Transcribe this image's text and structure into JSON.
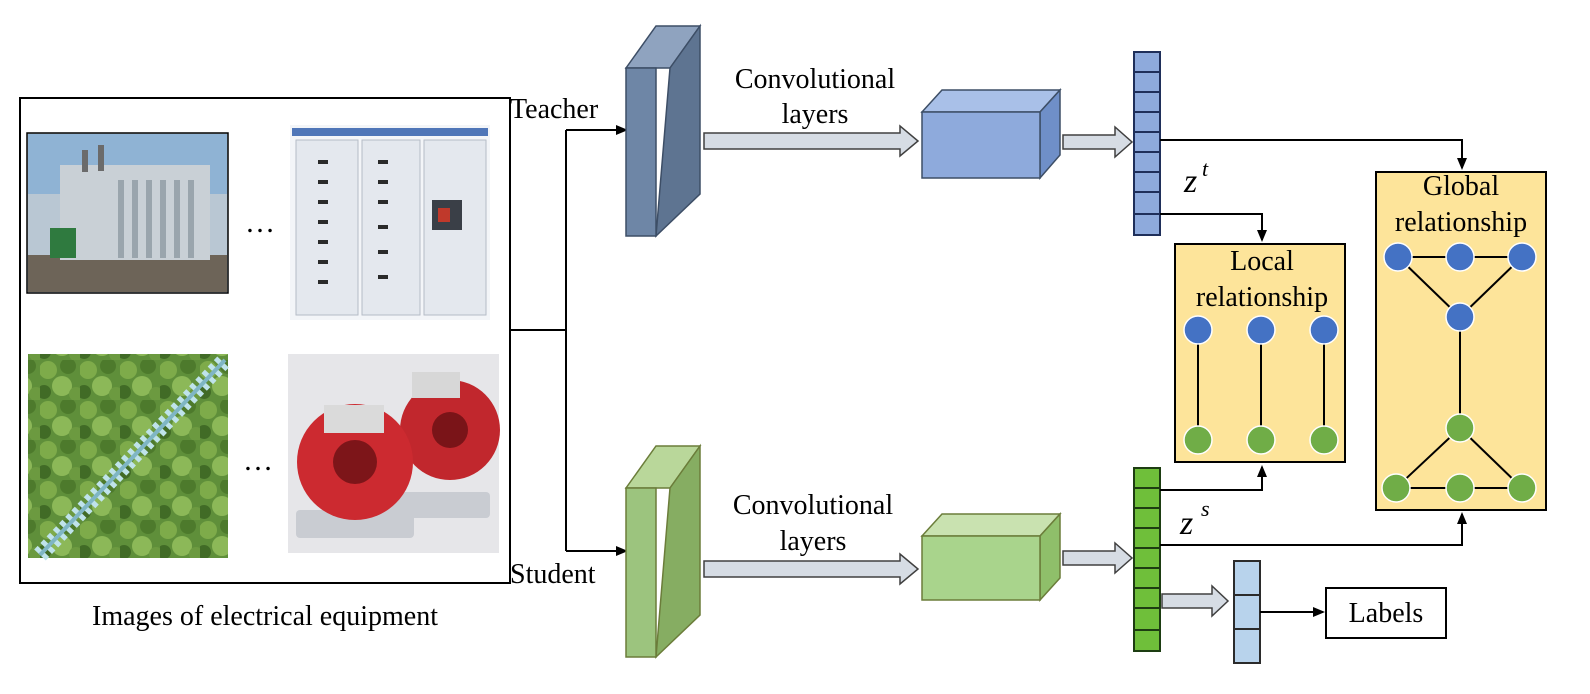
{
  "input_panel": {
    "caption": "Images of electrical equipment",
    "ellipsis_top": "…",
    "ellipsis_bottom": "…",
    "images": [
      "transformer-photo",
      "switchgear-cabinet-photo",
      "insulator-string-photo",
      "current-transformer-photo"
    ]
  },
  "teacher": {
    "label": "Teacher",
    "conv_label_line1": "Convolutional",
    "conv_label_line2": "layers",
    "feature_symbol": "z",
    "feature_superscript": "t",
    "color": "#6e86a6"
  },
  "student": {
    "label": "Student",
    "conv_label_line1": "Convolutional",
    "conv_label_line2": "layers",
    "feature_symbol": "z",
    "feature_superscript": "s",
    "color": "#9cc47e"
  },
  "local_relationship": {
    "title_line1": "Local",
    "title_line2": "relationship"
  },
  "global_relationship": {
    "title_line1": "Global",
    "title_line2": "relationship"
  },
  "output": {
    "label": "Labels"
  },
  "colors": {
    "panel_fill": "#fde49a",
    "teacher_node": "#4472c4",
    "student_node": "#70ad47",
    "arrow_fill": "#d6dce4"
  }
}
